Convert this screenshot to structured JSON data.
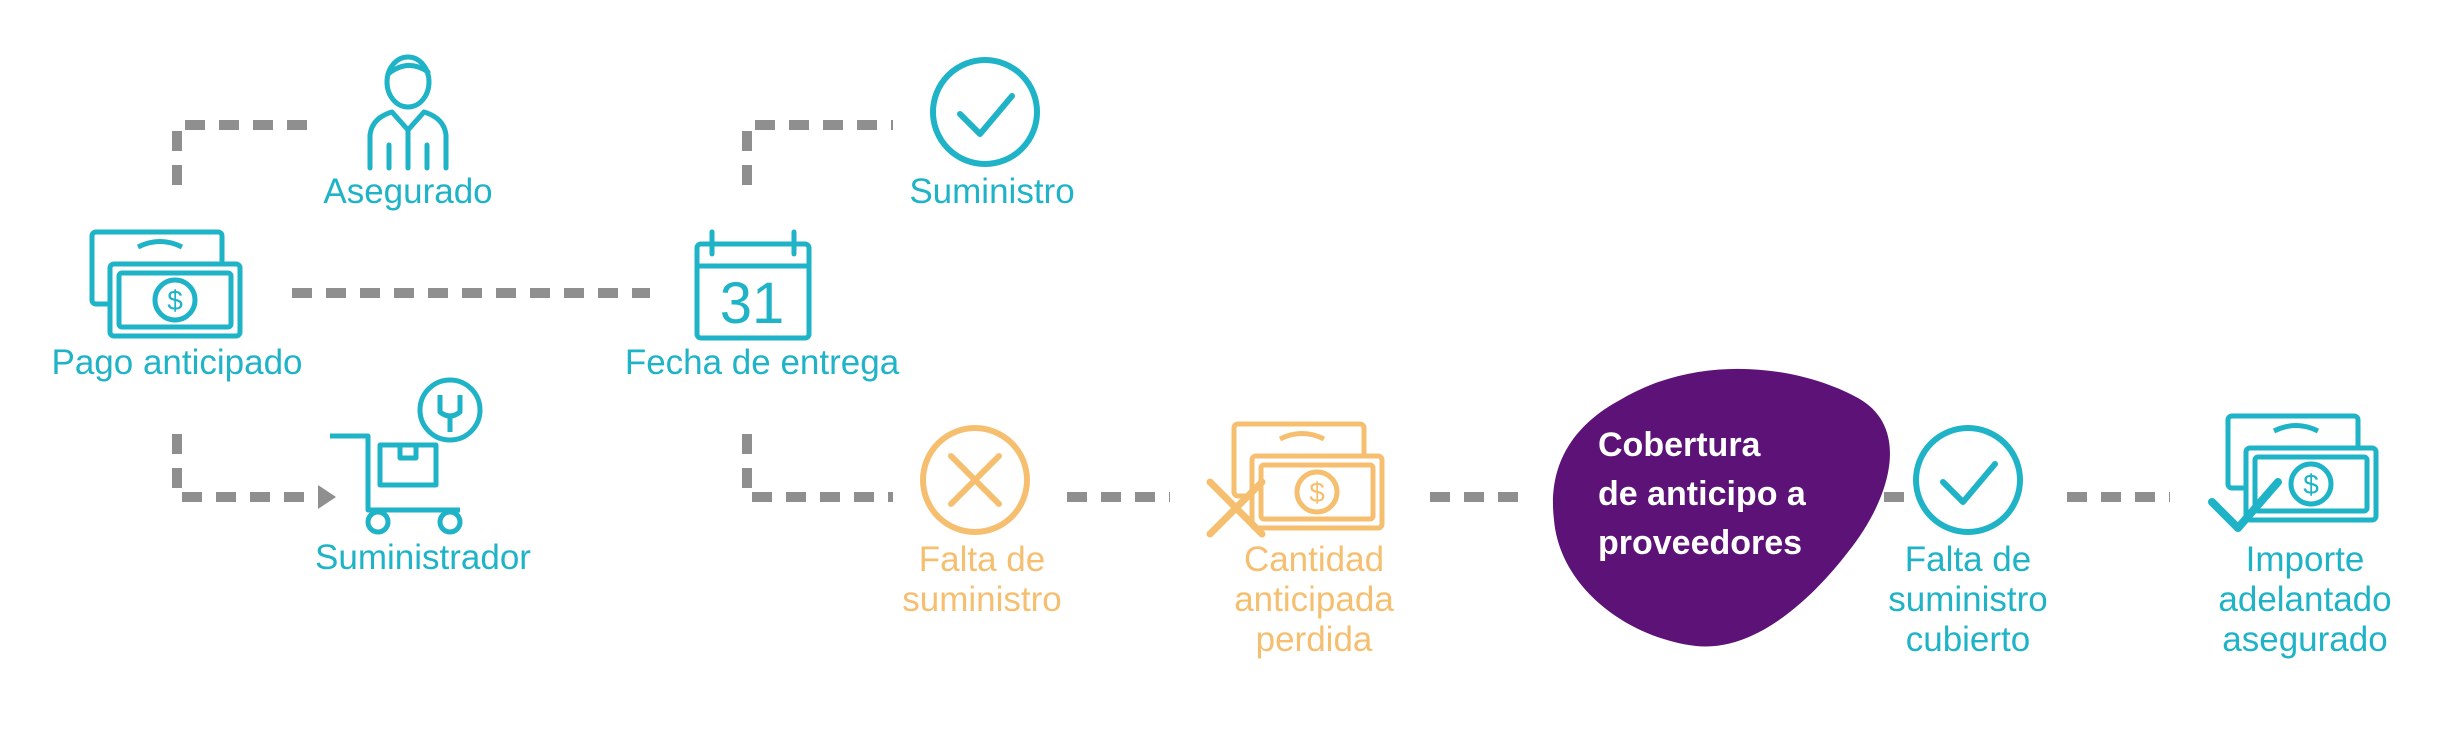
{
  "colors": {
    "teal": "#1fb3c7",
    "orange": "#f6bf70",
    "purple": "#5c1276",
    "connector": "#8f8f8f"
  },
  "nodes": {
    "asegurado": {
      "label": "Asegurado",
      "icon": "person-icon"
    },
    "pago_anticipado": {
      "label": "Pago anticipado",
      "icon": "money-stack-icon"
    },
    "suministrador": {
      "label": "Suministrador",
      "icon": "cart-tool-icon"
    },
    "fecha_entrega": {
      "label": "Fecha de entrega",
      "icon": "calendar-icon",
      "calendar_day": "31"
    },
    "suministro": {
      "label": "Suministro",
      "icon": "check-circle-icon"
    },
    "falta_suministro": {
      "lines": [
        "Falta de",
        "suministro"
      ],
      "icon": "x-circle-icon"
    },
    "cantidad_perdida": {
      "lines": [
        "Cantidad",
        "anticipada",
        "perdida"
      ],
      "icon": "money-x-icon"
    },
    "cobertura": {
      "lines": [
        "Cobertura",
        "de anticipo a",
        "proveedores"
      ]
    },
    "falta_cubierto": {
      "lines": [
        "Falta de",
        "suministro",
        "cubierto"
      ],
      "icon": "check-circle-icon"
    },
    "importe_asegurado": {
      "lines": [
        "Importe",
        "adelantado",
        "asegurado"
      ],
      "icon": "money-check-icon"
    }
  }
}
